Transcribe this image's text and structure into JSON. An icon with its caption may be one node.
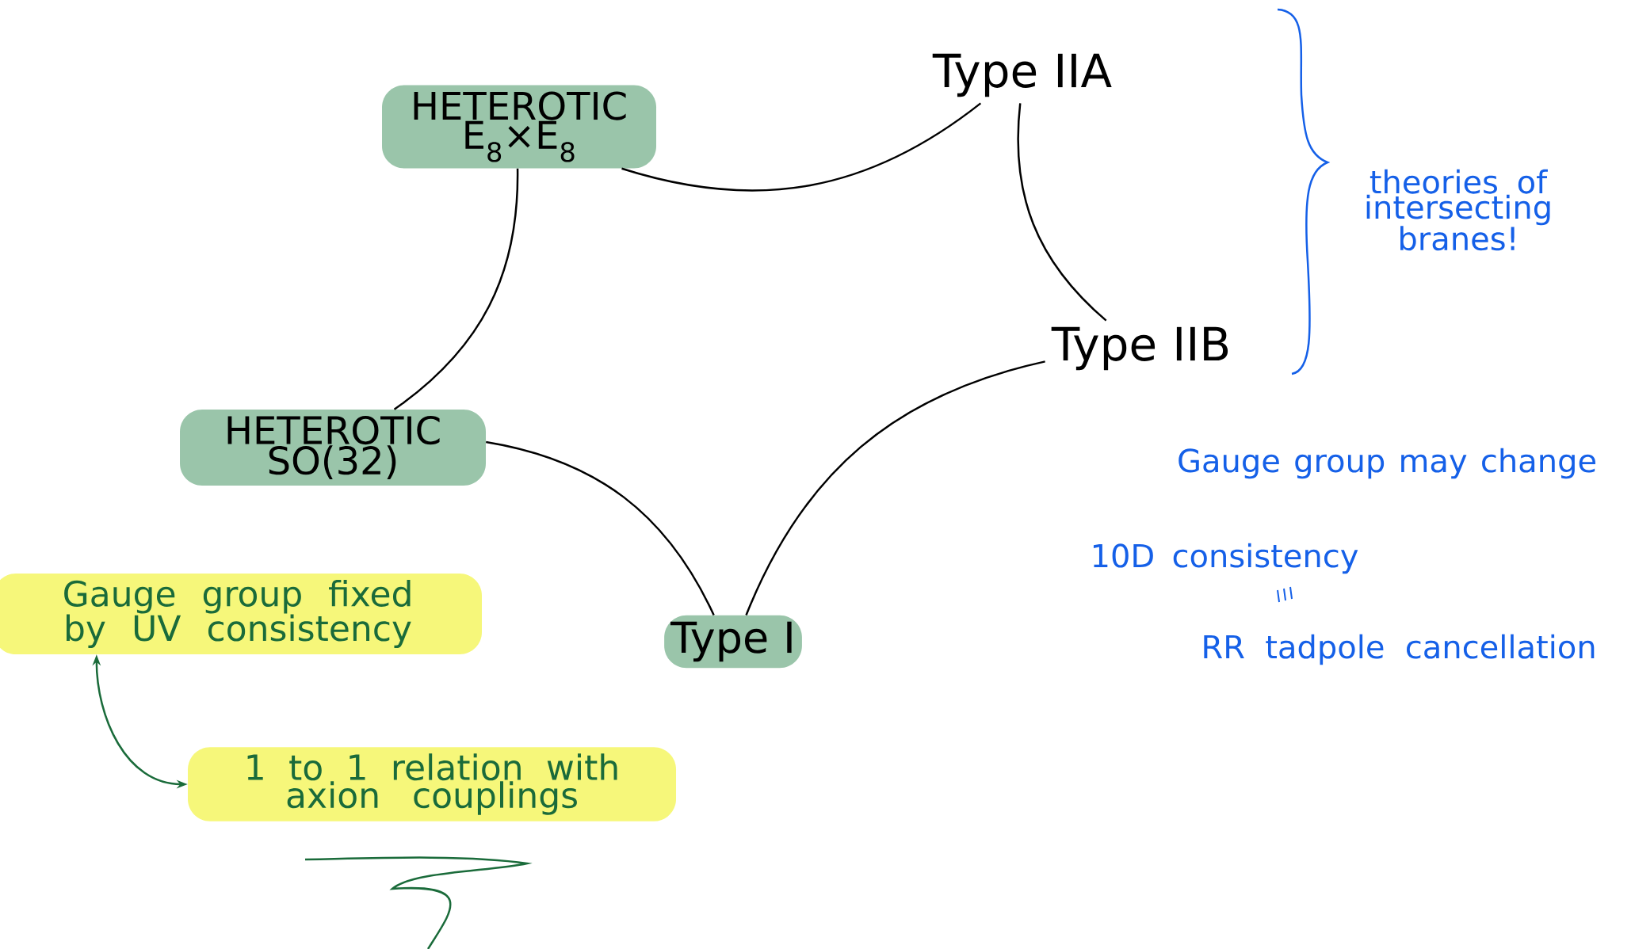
{
  "diagram": {
    "nodes": [
      {
        "text": [
          "HETEROTIC E$_{8}$×E$_{8}$"
        ]
      },
      {
        "text": [
          "Type IIA"
        ]
      },
      {
        "text": [
          "Type IIB"
        ]
      },
      {
        "text": [
          "Type I"
        ]
      },
      {
        "text": [
          "HETEROTIC SO(32)"
        ]
      },
      {
        "text": [
          "Gauge group fixed by UV consistency"
        ]
      },
      {
        "text": [
          "1 to 1 relation with axion couplings"
        ]
      }
    ],
    "edges": [
      {
        "from": 0,
        "to": 1,
        "arrow": "none"
      },
      {
        "from": 1,
        "to": 2,
        "arrow": "none"
      },
      {
        "from": 2,
        "to": 3,
        "arrow": "none"
      },
      {
        "from": 3,
        "to": 4,
        "arrow": "none"
      },
      {
        "from": 4,
        "to": 0,
        "arrow": "none"
      },
      {
        "from": 5,
        "to": 6,
        "arrow": "both",
        "color": "#1a6b3a"
      }
    ],
    "labels": [
      "theories of intersecting branes!",
      "Gauge group may change",
      "10D consistency",
      "RR tadpole cancellation"
    ]
  }
}
